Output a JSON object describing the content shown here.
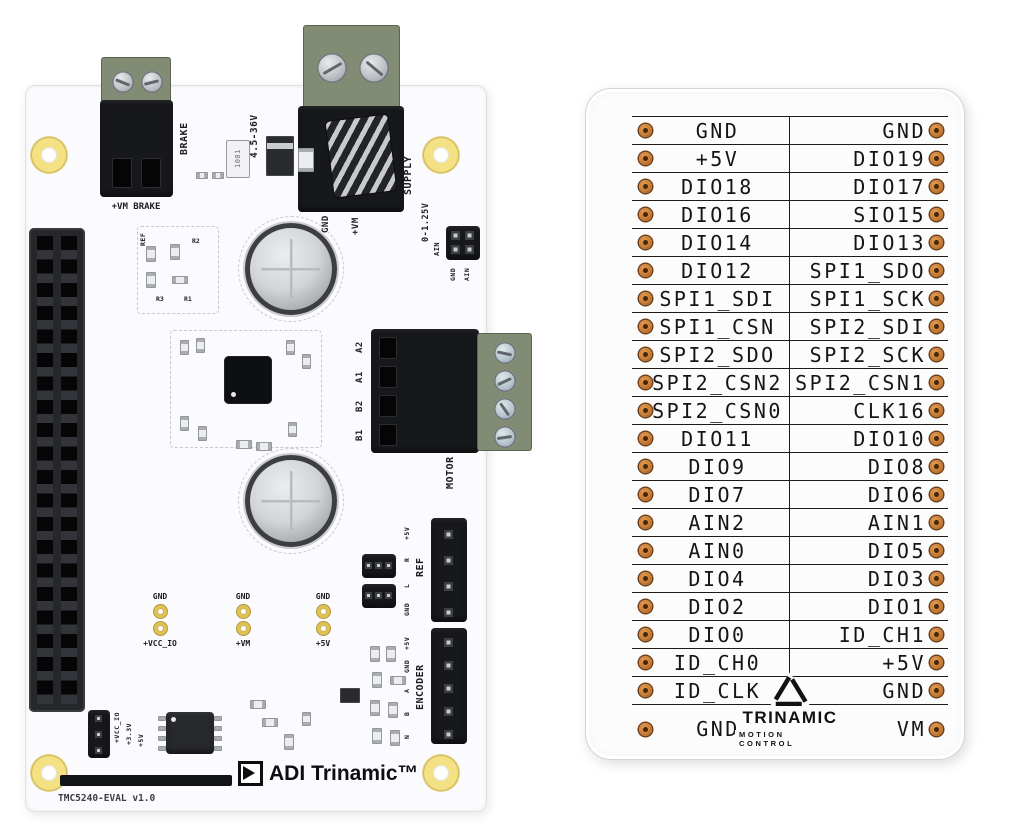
{
  "colors": {
    "card_bg": "#fcfcfd",
    "board_bg": "#fbfbfd",
    "copper_pad": "#c97d35",
    "mounting_hole": "#f3e184",
    "connector_green": "#828c74",
    "connector_black": "#17181b",
    "silkscreen": "#1c1d1f"
  },
  "pcb_board": {
    "board_name": "TMC5240-EVAL v1.0",
    "logo": {
      "adi": "ADI",
      "trinamic": "Trinamic™"
    },
    "brake": {
      "title": "BRAKE",
      "terminal_label": "+VM BRAKE"
    },
    "supply": {
      "title": "SUPPLY",
      "voltage_range": "4.5-36V",
      "pin1": "GND",
      "pin2": "+VM"
    },
    "ain": {
      "range": "0-1.25V",
      "title": "AIN",
      "pin1": "GND",
      "pin2": "AIN"
    },
    "inductor_marking": "1081",
    "ref_box": {
      "title": "REF",
      "r2": "R2",
      "r3": "R3",
      "r1": "R1"
    },
    "motor": {
      "title": "MOTOR",
      "pins": [
        "A2",
        "A1",
        "B2",
        "B1"
      ]
    },
    "ref_header": {
      "title": "REF",
      "pins": [
        "+5V",
        "R",
        "L",
        "GND"
      ]
    },
    "encoder_header": {
      "title": "ENCODER",
      "pins": [
        "+5V",
        "GND",
        "A",
        "B",
        "N"
      ]
    },
    "test_points": [
      {
        "top": "GND",
        "bottom": "+VCC_IO"
      },
      {
        "top": "GND",
        "bottom": "+VM"
      },
      {
        "top": "GND",
        "bottom": "+5V"
      }
    ],
    "power_select": [
      "+VCC_IO",
      "+3.3V",
      "+5V"
    ]
  },
  "pinout_card": {
    "rows": [
      {
        "left": "GND",
        "right": "GND"
      },
      {
        "left": "+5V",
        "right": "DIO19"
      },
      {
        "left": "DIO18",
        "right": "DIO17"
      },
      {
        "left": "DIO16",
        "right": "SIO15"
      },
      {
        "left": "DIO14",
        "right": "DIO13"
      },
      {
        "left": "DIO12",
        "right": "SPI1_SDO"
      },
      {
        "left": "SPI1_SDI",
        "right": "SPI1_SCK"
      },
      {
        "left": "SPI1_CSN",
        "right": "SPI2_SDI"
      },
      {
        "left": "SPI2_SDO",
        "right": "SPI2_SCK"
      },
      {
        "left": "SPI2_CSN2",
        "right": "SPI2_CSN1"
      },
      {
        "left": "SPI2_CSN0",
        "right": "CLK16"
      },
      {
        "left": "DIO11",
        "right": "DIO10"
      },
      {
        "left": "DIO9",
        "right": "DIO8"
      },
      {
        "left": "DIO7",
        "right": "DIO6"
      },
      {
        "left": "AIN2",
        "right": "AIN1"
      },
      {
        "left": "AIN0",
        "right": "DIO5"
      },
      {
        "left": "DIO4",
        "right": "DIO3"
      },
      {
        "left": "DIO2",
        "right": "DIO1"
      },
      {
        "left": "DIO0",
        "right": "ID_CH1"
      },
      {
        "left": "ID_CH0",
        "right": "+5V"
      },
      {
        "left": "ID_CLK",
        "right": "GND"
      }
    ],
    "bottom_row": {
      "left": "GND",
      "right": "VM"
    },
    "brand": {
      "name": "TRINAMIC",
      "tagline": "MOTION CONTROL"
    }
  }
}
